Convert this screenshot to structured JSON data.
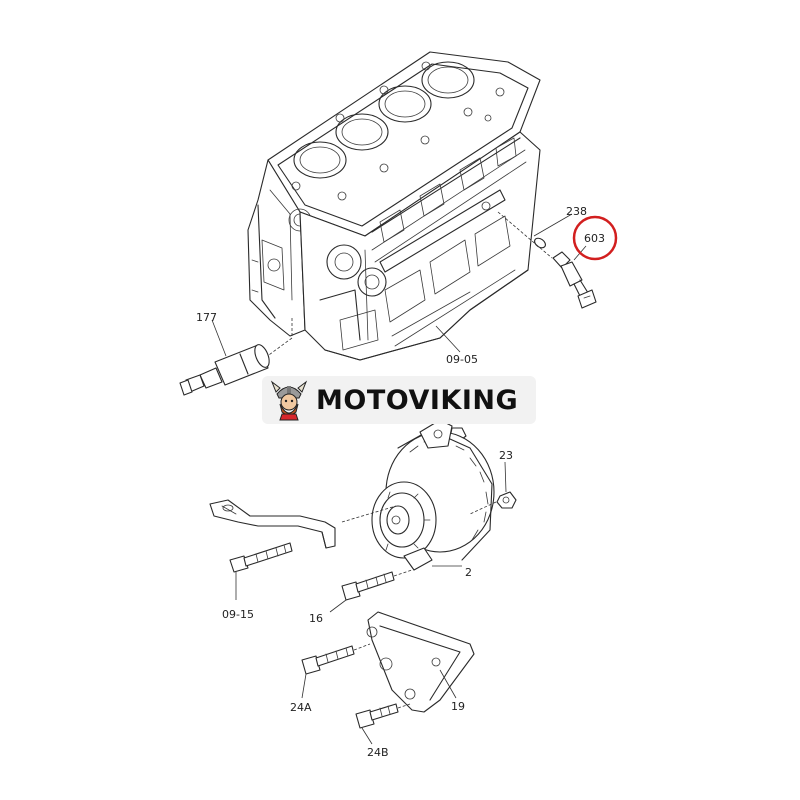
{
  "brand": {
    "name": "MOTOVIKING",
    "accent": "#d8262b"
  },
  "highlight": {
    "part": "603",
    "color": "#d21f1f"
  },
  "callouts": [
    {
      "id": "238",
      "text": "238"
    },
    {
      "id": "603",
      "text": "603"
    },
    {
      "id": "177",
      "text": "177"
    },
    {
      "id": "09-05",
      "text": "09-05"
    },
    {
      "id": "23",
      "text": "23"
    },
    {
      "id": "2",
      "text": "2"
    },
    {
      "id": "09-15",
      "text": "09-15"
    },
    {
      "id": "16",
      "text": "16"
    },
    {
      "id": "24A",
      "text": "24A"
    },
    {
      "id": "19",
      "text": "19"
    },
    {
      "id": "24B",
      "text": "24B"
    }
  ]
}
